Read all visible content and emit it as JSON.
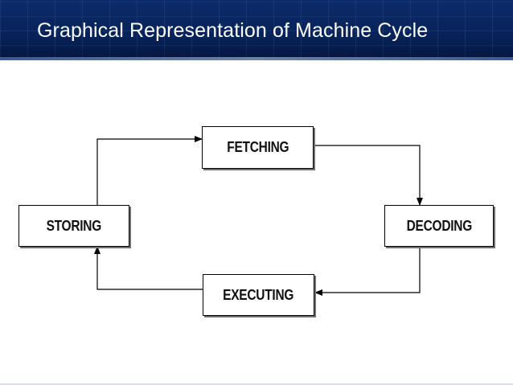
{
  "slide": {
    "title": "Graphical Representation of Machine Cycle"
  },
  "diagram": {
    "nodes": [
      {
        "id": "fetching",
        "label": "FETCHING"
      },
      {
        "id": "decoding",
        "label": "DECODING"
      },
      {
        "id": "executing",
        "label": "EXECUTING"
      },
      {
        "id": "storing",
        "label": "STORING"
      }
    ],
    "edges": [
      {
        "from": "fetching",
        "to": "decoding"
      },
      {
        "from": "decoding",
        "to": "executing"
      },
      {
        "from": "executing",
        "to": "storing"
      },
      {
        "from": "storing",
        "to": "fetching"
      }
    ]
  },
  "colors": {
    "title_bar": "#0a2a6a",
    "title_text": "#ffffff",
    "box_border": "#000000",
    "arrow": "#000000"
  }
}
